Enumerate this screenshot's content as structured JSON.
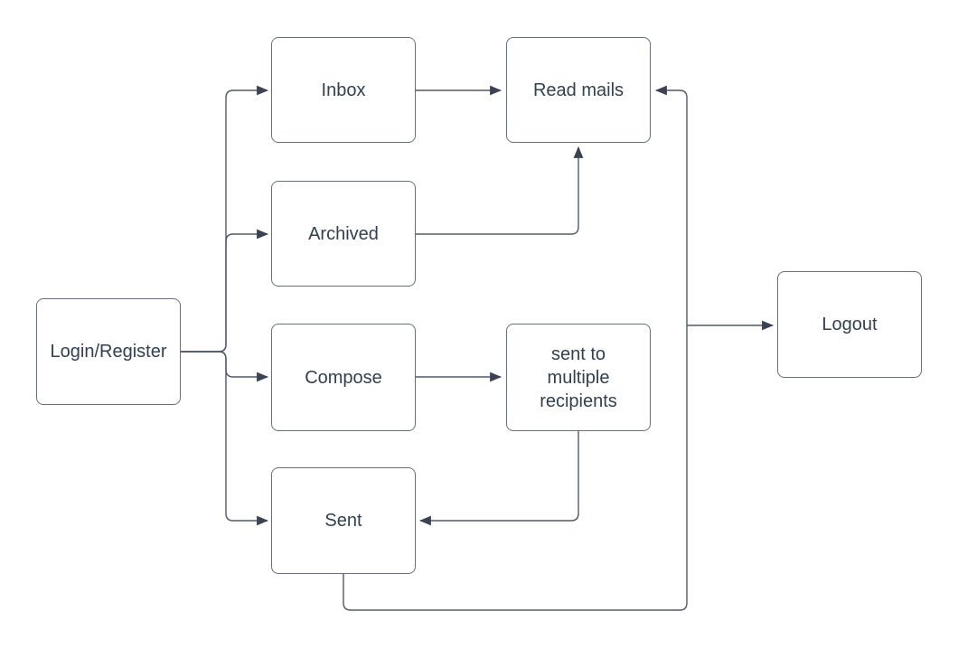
{
  "diagram": {
    "nodes": {
      "login": {
        "label": "Login/Register"
      },
      "inbox": {
        "label": "Inbox"
      },
      "read_mails": {
        "label": "Read mails"
      },
      "archived": {
        "label": "Archived"
      },
      "compose": {
        "label": "Compose"
      },
      "sent_multiple": {
        "label": "sent to multiple recipients"
      },
      "sent": {
        "label": "Sent"
      },
      "logout": {
        "label": "Logout"
      }
    },
    "edges": [
      {
        "from": "login",
        "to": "inbox"
      },
      {
        "from": "login",
        "to": "archived"
      },
      {
        "from": "login",
        "to": "compose"
      },
      {
        "from": "login",
        "to": "sent"
      },
      {
        "from": "inbox",
        "to": "read_mails"
      },
      {
        "from": "archived",
        "to": "read_mails"
      },
      {
        "from": "compose",
        "to": "sent_multiple"
      },
      {
        "from": "sent_multiple",
        "to": "sent"
      },
      {
        "from": "sent",
        "to": "read_mails"
      },
      {
        "from": "sent",
        "to": "logout"
      }
    ]
  },
  "colors": {
    "background": "#ffffff",
    "node_fill": "#ffffff",
    "node_border": "#666f7d",
    "edge_line": "#505a69",
    "arrowhead": "#3b4252",
    "text": "#32404f"
  }
}
